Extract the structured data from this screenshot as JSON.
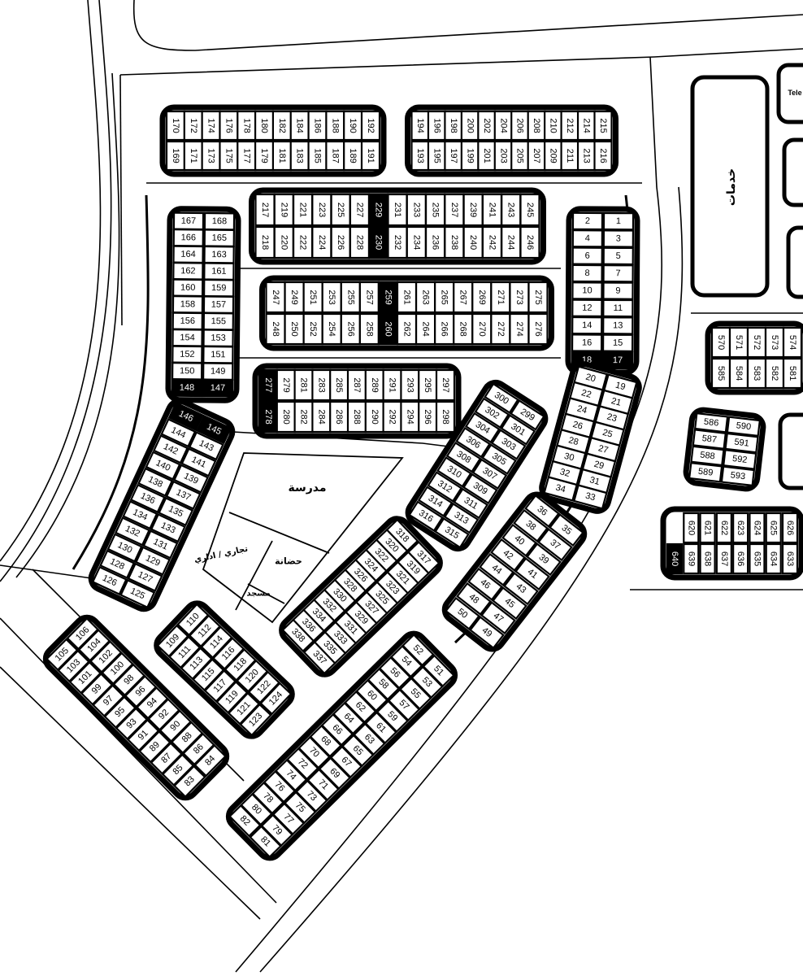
{
  "labels": {
    "services": "خدمات",
    "school": "مدرسة",
    "nursery": "حضانة",
    "commercial": "تجاري / اداري",
    "mosque": "مسجد",
    "tele": "Tele"
  },
  "colors": {
    "line": "#000000",
    "background": "#ffffff",
    "reserved_plot": "#000000"
  },
  "dark_plots": [
    "147",
    "148",
    "145",
    "146",
    "17",
    "18",
    "229",
    "230",
    "259",
    "260",
    "277",
    "278",
    "640"
  ],
  "strips": {
    "block_169_192": [
      [
        "169",
        "170"
      ],
      [
        "171",
        "172"
      ],
      [
        "173",
        "174"
      ],
      [
        "175",
        "176"
      ],
      [
        "177",
        "178"
      ],
      [
        "179",
        "180"
      ],
      [
        "181",
        "182"
      ],
      [
        "183",
        "184"
      ],
      [
        "185",
        "186"
      ],
      [
        "187",
        "188"
      ],
      [
        "189",
        "190"
      ],
      [
        "191",
        "192"
      ]
    ],
    "block_193_216": [
      [
        "193",
        "194"
      ],
      [
        "195",
        "196"
      ],
      [
        "197",
        "198"
      ],
      [
        "199",
        "200"
      ],
      [
        "201",
        "202"
      ],
      [
        "203",
        "204"
      ],
      [
        "205",
        "206"
      ],
      [
        "207",
        "208"
      ],
      [
        "209",
        "210"
      ],
      [
        "211",
        "212"
      ],
      [
        "213",
        "214"
      ],
      [
        "216",
        "215"
      ]
    ],
    "block_217_246": [
      [
        "218",
        "217"
      ],
      [
        "220",
        "219"
      ],
      [
        "222",
        "221"
      ],
      [
        "224",
        "223"
      ],
      [
        "226",
        "225"
      ],
      [
        "228",
        "227"
      ],
      [
        "230",
        "229"
      ],
      [
        "232",
        "231"
      ],
      [
        "234",
        "233"
      ],
      [
        "236",
        "235"
      ],
      [
        "238",
        "237"
      ],
      [
        "240",
        "239"
      ],
      [
        "242",
        "241"
      ],
      [
        "244",
        "243"
      ],
      [
        "246",
        "245"
      ]
    ],
    "block_247_276": [
      [
        "248",
        "247"
      ],
      [
        "250",
        "249"
      ],
      [
        "252",
        "251"
      ],
      [
        "254",
        "253"
      ],
      [
        "256",
        "255"
      ],
      [
        "258",
        "257"
      ],
      [
        "260",
        "259"
      ],
      [
        "262",
        "261"
      ],
      [
        "264",
        "263"
      ],
      [
        "266",
        "265"
      ],
      [
        "268",
        "267"
      ],
      [
        "270",
        "269"
      ],
      [
        "272",
        "271"
      ],
      [
        "274",
        "273"
      ],
      [
        "276",
        "275"
      ]
    ],
    "block_277_298": [
      [
        "278",
        "277"
      ],
      [
        "280",
        "279"
      ],
      [
        "282",
        "281"
      ],
      [
        "284",
        "283"
      ],
      [
        "286",
        "285"
      ],
      [
        "288",
        "287"
      ],
      [
        "290",
        "289"
      ],
      [
        "292",
        "291"
      ],
      [
        "294",
        "293"
      ],
      [
        "296",
        "295"
      ],
      [
        "298",
        "297"
      ]
    ],
    "left_upper": [
      [
        "167",
        "168"
      ],
      [
        "166",
        "165"
      ],
      [
        "164",
        "163"
      ],
      [
        "162",
        "161"
      ],
      [
        "160",
        "159"
      ],
      [
        "158",
        "157"
      ],
      [
        "156",
        "155"
      ],
      [
        "154",
        "153"
      ],
      [
        "152",
        "151"
      ],
      [
        "150",
        "149"
      ],
      [
        "148",
        "147"
      ]
    ],
    "left_lower": [
      [
        "146",
        "145"
      ],
      [
        "144",
        "143"
      ],
      [
        "142",
        "141"
      ],
      [
        "140",
        "139"
      ],
      [
        "138",
        "137"
      ],
      [
        "136",
        "135"
      ],
      [
        "134",
        "133"
      ],
      [
        "132",
        "131"
      ],
      [
        "130",
        "129"
      ],
      [
        "128",
        "127"
      ],
      [
        "126",
        "125"
      ]
    ],
    "right_upper": [
      [
        "2",
        "1"
      ],
      [
        "4",
        "3"
      ],
      [
        "6",
        "5"
      ],
      [
        "8",
        "7"
      ],
      [
        "10",
        "9"
      ],
      [
        "12",
        "11"
      ],
      [
        "14",
        "13"
      ],
      [
        "16",
        "15"
      ],
      [
        "18",
        "17"
      ]
    ],
    "right_middle": [
      [
        "20",
        "19"
      ],
      [
        "22",
        "21"
      ],
      [
        "24",
        "23"
      ],
      [
        "26",
        "25"
      ],
      [
        "28",
        "27"
      ],
      [
        "30",
        "29"
      ],
      [
        "32",
        "31"
      ],
      [
        "34",
        "33"
      ]
    ],
    "right_lower": [
      [
        "36",
        "35"
      ],
      [
        "38",
        "37"
      ],
      [
        "40",
        "39"
      ],
      [
        "42",
        "41"
      ],
      [
        "44",
        "43"
      ],
      [
        "46",
        "45"
      ],
      [
        "48",
        "47"
      ],
      [
        "50",
        "49"
      ]
    ],
    "diag_upper": [
      [
        "300",
        "299"
      ],
      [
        "302",
        "301"
      ],
      [
        "304",
        "303"
      ],
      [
        "306",
        "305"
      ],
      [
        "308",
        "307"
      ],
      [
        "310",
        "309"
      ],
      [
        "312",
        "311"
      ],
      [
        "314",
        "313"
      ],
      [
        "316",
        "315"
      ]
    ],
    "diag_lower": [
      [
        "318",
        "317"
      ],
      [
        "320",
        "319"
      ],
      [
        "322",
        "321"
      ],
      [
        "324",
        "323"
      ],
      [
        "326",
        "325"
      ],
      [
        "328",
        "327"
      ],
      [
        "330",
        "329"
      ],
      [
        "332",
        "331"
      ],
      [
        "334",
        "333"
      ],
      [
        "336",
        "335"
      ],
      [
        "338",
        "337"
      ]
    ],
    "southwest": [
      [
        "105",
        "106"
      ],
      [
        "103",
        "104"
      ],
      [
        "101",
        "102"
      ],
      [
        "99",
        "100"
      ],
      [
        "97",
        "98"
      ],
      [
        "95",
        "96"
      ],
      [
        "93",
        "94"
      ],
      [
        "91",
        "92"
      ],
      [
        "89",
        "90"
      ],
      [
        "87",
        "88"
      ],
      [
        "85",
        "86"
      ],
      [
        "83",
        "84"
      ]
    ],
    "block_109_124": [
      [
        "109",
        "110"
      ],
      [
        "111",
        "112"
      ],
      [
        "113",
        "114"
      ],
      [
        "115",
        "116"
      ],
      [
        "117",
        "118"
      ],
      [
        "119",
        "120"
      ],
      [
        "121",
        "122"
      ],
      [
        "123",
        "124"
      ]
    ],
    "south": [
      [
        "52",
        "51"
      ],
      [
        "54",
        "53"
      ],
      [
        "56",
        "55"
      ],
      [
        "58",
        "57"
      ],
      [
        "60",
        "59"
      ],
      [
        "62",
        "61"
      ],
      [
        "64",
        "63"
      ],
      [
        "66",
        "65"
      ],
      [
        "68",
        "67"
      ],
      [
        "70",
        "69"
      ],
      [
        "72",
        "71"
      ],
      [
        "74",
        "73"
      ],
      [
        "76",
        "75"
      ],
      [
        "78",
        "77"
      ],
      [
        "80",
        "79"
      ],
      [
        "82",
        "81"
      ]
    ],
    "east_570": [
      [
        "585",
        "570"
      ],
      [
        "584",
        "571"
      ],
      [
        "583",
        "572"
      ],
      [
        "582",
        "573"
      ],
      [
        "581",
        "574"
      ]
    ],
    "east_586": [
      [
        "586",
        "590"
      ],
      [
        "587",
        "591"
      ],
      [
        "588",
        "592"
      ],
      [
        "589",
        "593"
      ]
    ],
    "east_620": [
      [
        "640",
        ""
      ],
      [
        "639",
        "620"
      ],
      [
        "638",
        "621"
      ],
      [
        "637",
        "622"
      ],
      [
        "636",
        "623"
      ],
      [
        "635",
        "624"
      ],
      [
        "634",
        "625"
      ],
      [
        "633",
        "626"
      ]
    ]
  }
}
